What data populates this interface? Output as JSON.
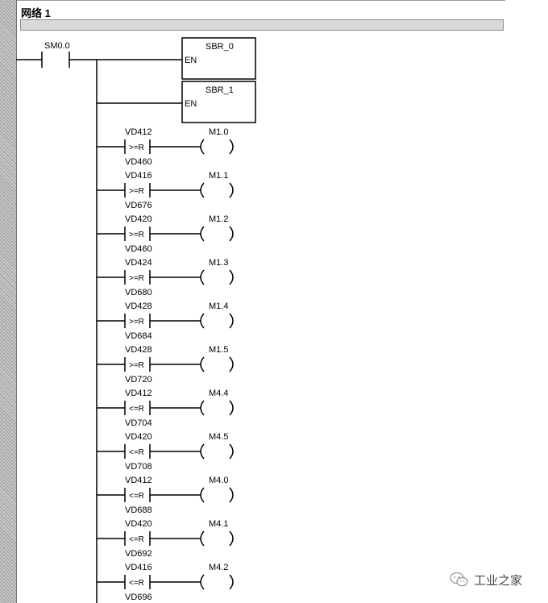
{
  "network": {
    "title": "网络 1"
  },
  "contact": {
    "label": "SM0.0"
  },
  "boxes": [
    {
      "title": "SBR_0",
      "en": "EN"
    },
    {
      "title": "SBR_1",
      "en": "EN"
    }
  ],
  "rungs": [
    {
      "in1": "VD412",
      "op": ">=R",
      "in2": "VD460",
      "coil": "M1.0"
    },
    {
      "in1": "VD416",
      "op": ">=R",
      "in2": "VD676",
      "coil": "M1.1"
    },
    {
      "in1": "VD420",
      "op": ">=R",
      "in2": "VD460",
      "coil": "M1.2"
    },
    {
      "in1": "VD424",
      "op": ">=R",
      "in2": "VD680",
      "coil": "M1.3"
    },
    {
      "in1": "VD428",
      "op": ">=R",
      "in2": "VD684",
      "coil": "M1.4"
    },
    {
      "in1": "VD428",
      "op": ">=R",
      "in2": "VD720",
      "coil": "M1.5"
    },
    {
      "in1": "VD412",
      "op": "<=R",
      "in2": "VD704",
      "coil": "M4.4"
    },
    {
      "in1": "VD420",
      "op": "<=R",
      "in2": "VD708",
      "coil": "M4.5"
    },
    {
      "in1": "VD412",
      "op": "<=R",
      "in2": "VD688",
      "coil": "M4.0"
    },
    {
      "in1": "VD420",
      "op": "<=R",
      "in2": "VD692",
      "coil": "M4.1"
    },
    {
      "in1": "VD416",
      "op": "<=R",
      "in2": "VD696",
      "coil": "M4.2"
    }
  ],
  "watermark": {
    "text": "工业之家",
    "icon": "wechat-icon"
  }
}
